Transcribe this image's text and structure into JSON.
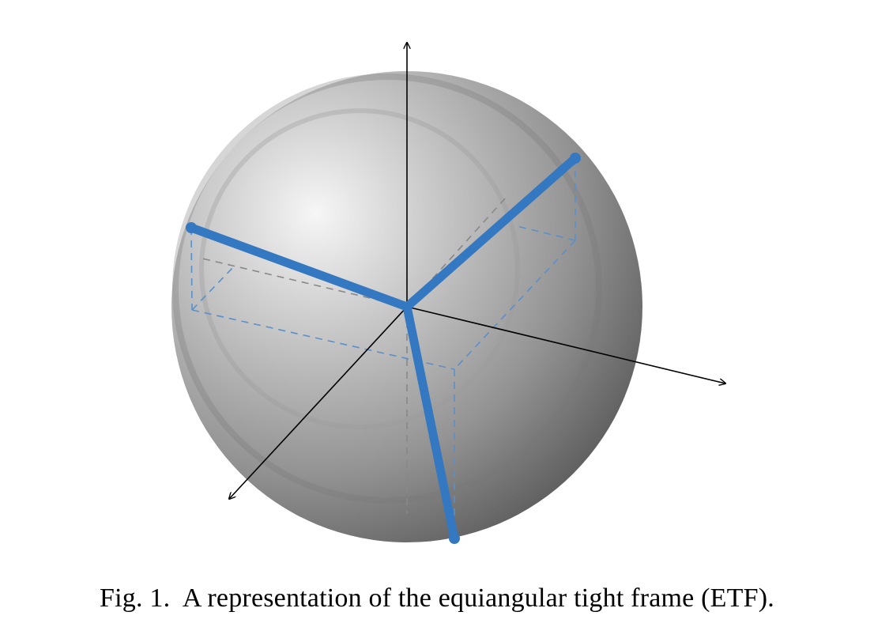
{
  "figure": {
    "caption": "Fig. 1.  A representation of the equiangular tight frame (ETF).",
    "sphere_colors": {
      "highlight": "#f4f4f4",
      "mid": "#b9b9b9",
      "shadow": "#6e6e6e",
      "ring": "#8c8c8c"
    },
    "vector_color": "#3478c1",
    "axis_color": "#000000",
    "projection_color": "#5b8fc9",
    "hidden_line_color": "#888888",
    "vectors": [
      {
        "name": "vector-1"
      },
      {
        "name": "vector-2"
      },
      {
        "name": "vector-3"
      }
    ]
  }
}
